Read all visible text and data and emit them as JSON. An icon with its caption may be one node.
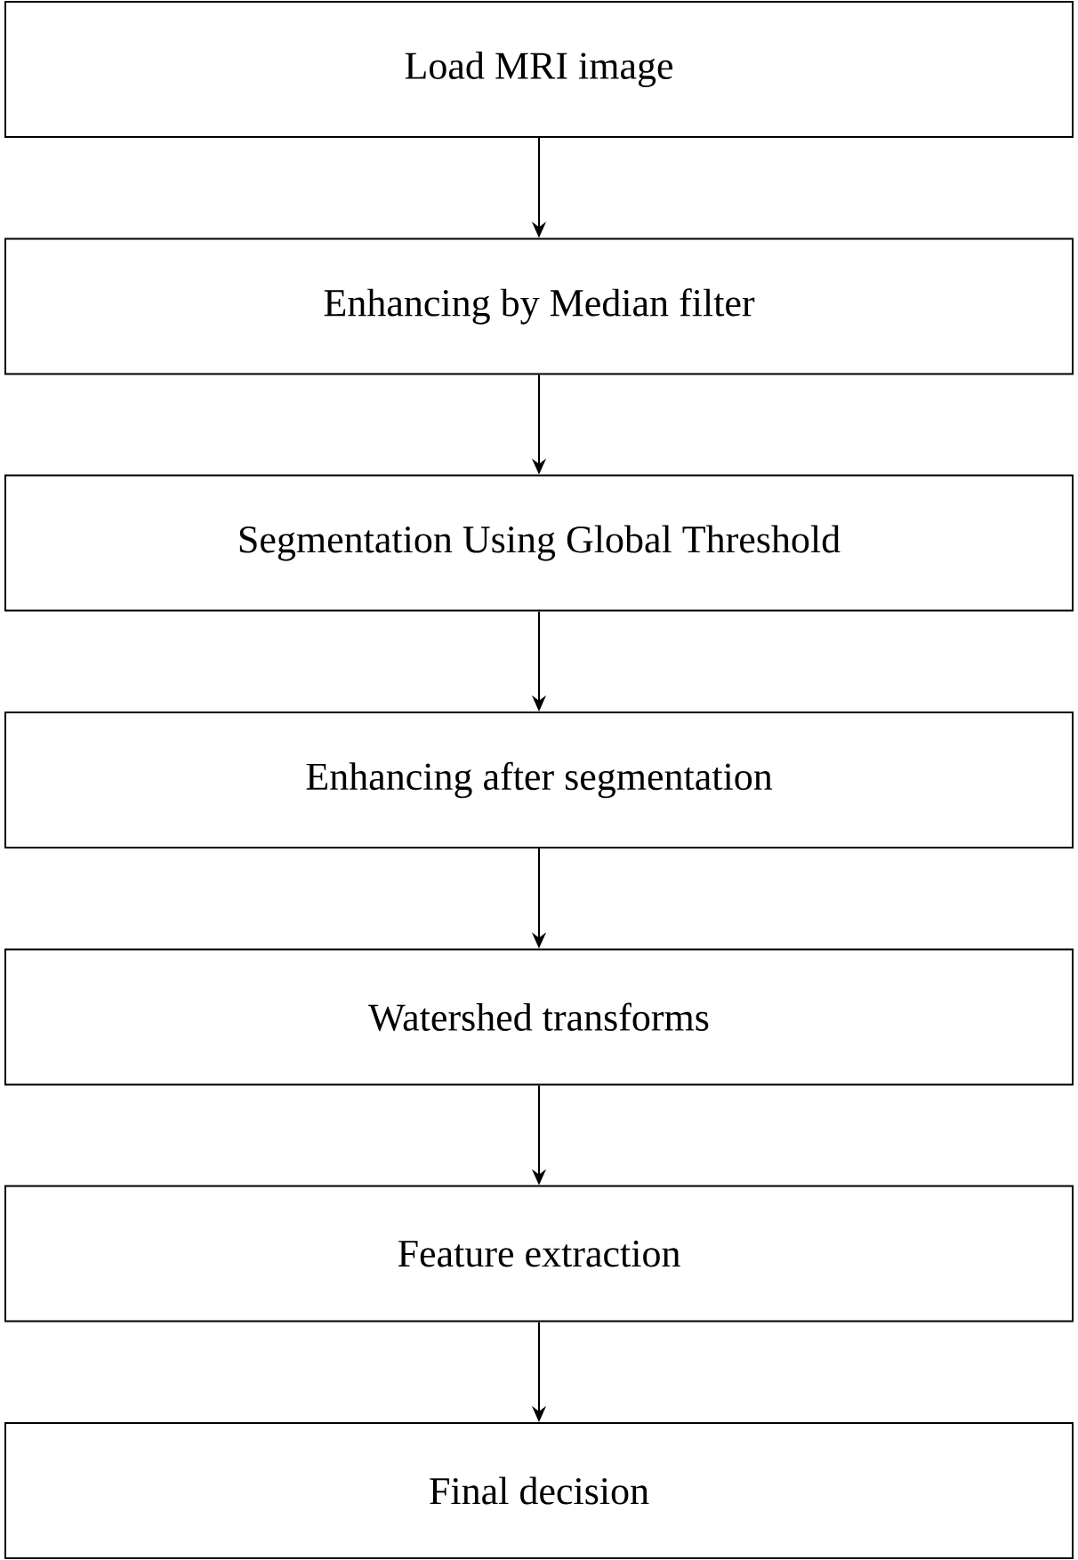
{
  "diagram": {
    "nodes": [
      {
        "text": [
          "Load MRI image"
        ]
      },
      {
        "text": [
          "Enhancing by Median filter"
        ]
      },
      {
        "text": [
          "Segmentation Using Global Threshold"
        ]
      },
      {
        "text": [
          "Enhancing after segmentation"
        ]
      },
      {
        "text": [
          "Watershed transforms"
        ]
      },
      {
        "text": [
          "Feature extraction"
        ]
      },
      {
        "text": [
          "Final decision"
        ]
      }
    ],
    "edges": [
      {
        "from": 0,
        "to": 1,
        "arrow": "to"
      },
      {
        "from": 1,
        "to": 2,
        "arrow": "to"
      },
      {
        "from": 2,
        "to": 3,
        "arrow": "to"
      },
      {
        "from": 3,
        "to": 4,
        "arrow": "to"
      },
      {
        "from": 4,
        "to": 5,
        "arrow": "to"
      },
      {
        "from": 5,
        "to": 6,
        "arrow": "to"
      }
    ]
  }
}
